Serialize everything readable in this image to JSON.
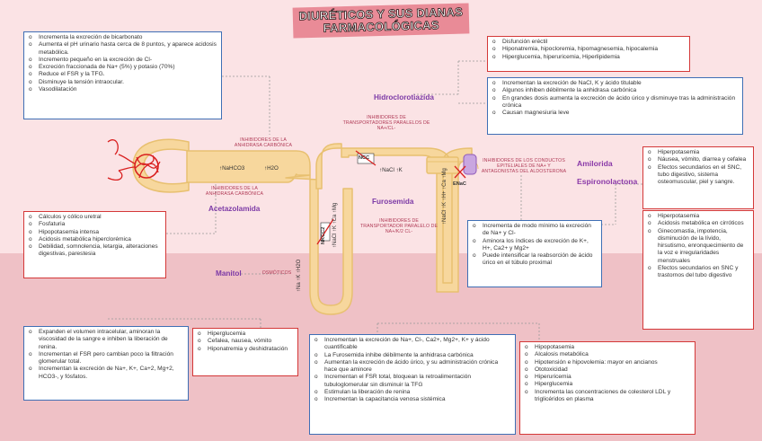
{
  "title": {
    "line1": "DIURÉTICOS Y SUS DIANAS",
    "line2": "FARMACOLÓGICAS"
  },
  "colors": {
    "bg_top": "#fbe3e5",
    "bg_bottom": "#efc1c6",
    "tubule": "#f7d79d",
    "tubule_border": "#e8c070",
    "blue_box": "#3f6fb5",
    "red_box": "#d43838",
    "drug_purple": "#7c3aa6"
  },
  "labels": {
    "inh_anhidrasa_top": "INHIBIDORES DE LA ANHIDRASA CARBÓNICA",
    "inh_anhidrasa_left": "INHIBIDORES DE LA ANHIDRASA CARBÓNICA",
    "osmoticos": "OSMÓTICOS",
    "inh_tiazida": "INHIBIDORES DE TRANSPORTADORES PARALELOS DE NA+/CL-",
    "inh_furosemida": "INHIBIDORES DE TRANSPORTADOR PARALELO DE NA+/K/2 CL-",
    "inh_conductos": "INHIBIDORES DE LOS CONDUCTOS EPITELIALES DE NA+ Y ANTAGONISTAS DEL ALDOSTERONA"
  },
  "drugs": {
    "acetazolamida": "Acetazolamida",
    "manitol": "Manitol",
    "hidroclorotiazida": "Hidroclorotiazida",
    "furosemida": "Furosemida",
    "amilorida": "Amilorida",
    "espironolactona": "Espironolactona"
  },
  "markers": {
    "nahco3": "↑NaHCO3",
    "h2o_top": "↑H2O",
    "ncc": "NCC",
    "nacl_k": "↑NaCl ↑K",
    "enac": "ENaC",
    "nkcc2": "NKCC2",
    "manitol_water": "↑Na ↑K ↑H2O",
    "furo_vert": "↑NaCl ↑K ↑Ca ↑Mg",
    "distal_vert": "↑NaCl ↑K ↑H+ ↑Ca ↑Mg"
  },
  "boxes": {
    "acetazolamida_effects": [
      "Incrementa la excreción de bicarbonato",
      "Aumenta el pH urinario hasta cerca de 8 puntos, y aparece acidosis metabólica.",
      "Incremento pequeño en la excreción de Cl-",
      "Excreción fraccionada de Na+ (5%) y potasio (70%)",
      "Reduce el FSR y la TFG.",
      "Disminuye la tensión intraocular.",
      "Vasodilatación"
    ],
    "acetazolamida_adverse": [
      "Cálculos y cólico uretral",
      "Fosfaturia",
      "Hipopotasemia intensa",
      "Acidosis metabólica hiperclorémica",
      "Debilidad, somnolencia, letargia, alteraciones digestivas, parestesia"
    ],
    "tiazida_adverse": [
      "Disfunción eréctil",
      "Hiponatremia, hipocloremia, hipomagnesemia, hipocalemia",
      "Hiperglucemia, hiperuricemia, Hiperlipidemia"
    ],
    "tiazida_effects": [
      "Incrementan la excreción de NaCl, K y ácido titulable",
      "Algunos inhiben débilmente la anhidrasa carbónica",
      "En grandes dosis aumenta la excreción de ácido úrico y disminuye tras la administración crónica",
      "Causan magnesiuria leve"
    ],
    "amilorida_adverse": [
      "Hiperpotasemia",
      "Náusea, vómito, diarrea y cefalea",
      "Efectos secundarios en el SNC, tubo digestivo, sistema osteomuscular, piel y sangre."
    ],
    "espironolactona_adverse": [
      "Hiperpotasemia",
      "Acidosis metabólica en cirróticos",
      "Ginecomastia, impotencia, disminución de la lívido, hirsutismo, enronquecimiento de la voz e irregularidades menstruales",
      "Efectos secundarios en SNC y trastornos del tubo digestivo"
    ],
    "distal_effects": [
      "Incrementa de modo mínimo la excreción de Na+ y Cl-",
      "Aminora los índices de excreción de K+, H+, Ca2+ y Mg2+",
      "Puede intensificar la reabsorción de ácido úrico en el túbulo proximal"
    ],
    "manitol_effects": [
      "Expanden el volumen intracelular, aminoran la viscosidad de la sangre e inhiben la liberación de renina.",
      "Incrementan el FSR pero cambian poco la filtración glomerular total.",
      "Incrementan la excreción de Na+, K+, Ca+2, Mg+2, HCO3-, y fósfatos."
    ],
    "manitol_adverse": [
      "Hiperglucemia",
      "Cefalea, nausea, vómito",
      "Hiponatremia y deshidratación"
    ],
    "furosemida_effects": [
      "Incrementan la excreción de Na+, Cl-, Ca2+, Mg2+, K+ y ácido cuantificable",
      "La Furosemida inhibe débilmente la anhidrasa carbónica",
      "Aumentan la excreción de ácido úrico, y su administración crónica hace que aminore",
      "Incrementan el FSR total, bloquean la retroalimentación tubuloglomerular sin disminuir la TFG",
      "Estimulan la liberación de renina",
      "Incrementan la capacitancia venosa sistémica"
    ],
    "furosemida_adverse": [
      "Hipopotasemia",
      "Alcalosis metabólica",
      "Hipotensión e hipovolemia: mayor en ancianos",
      "Ototoxicidad",
      "Hiperuricemia",
      "Hiperglucemia",
      "Incrementa las concentraciones de colesterol LDL y triglicéridos en plasma"
    ]
  }
}
